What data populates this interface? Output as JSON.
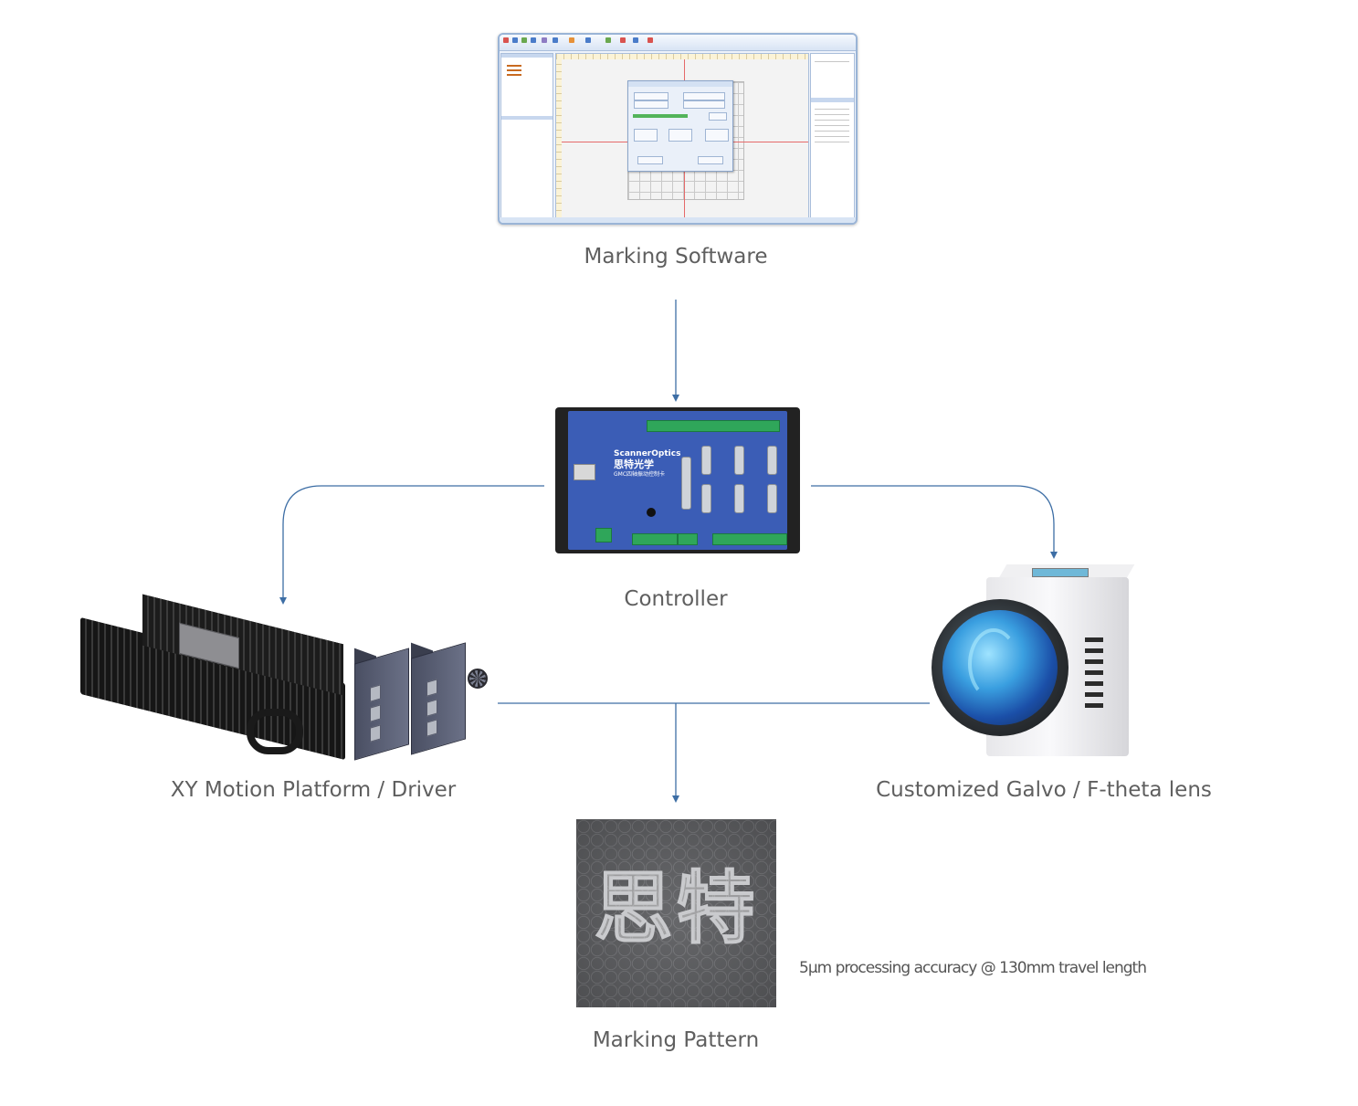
{
  "labels": {
    "software": "Marking Software",
    "controller": "Controller",
    "xy_platform": "XY Motion Platform / Driver",
    "galvo": "Customized Galvo / F-theta lens",
    "pattern": "Marking Pattern"
  },
  "controller_board": {
    "brand_en": "ScannerOptics",
    "brand_cn": "思特光学",
    "model_text": "GMC四轴振动控制卡"
  },
  "pattern_chars": "思特",
  "spec_note": "5µm processing accuracy @ 130mm travel length",
  "colors": {
    "connector": "#3d6ea5",
    "label_text": "#5f5f5f",
    "board": "#3b5db6",
    "terminal": "#2fa65a"
  },
  "icons": [
    "software-screenshot-image",
    "controller-board-image",
    "xy-platform-image",
    "driver-image",
    "galvo-image",
    "pattern-image"
  ]
}
